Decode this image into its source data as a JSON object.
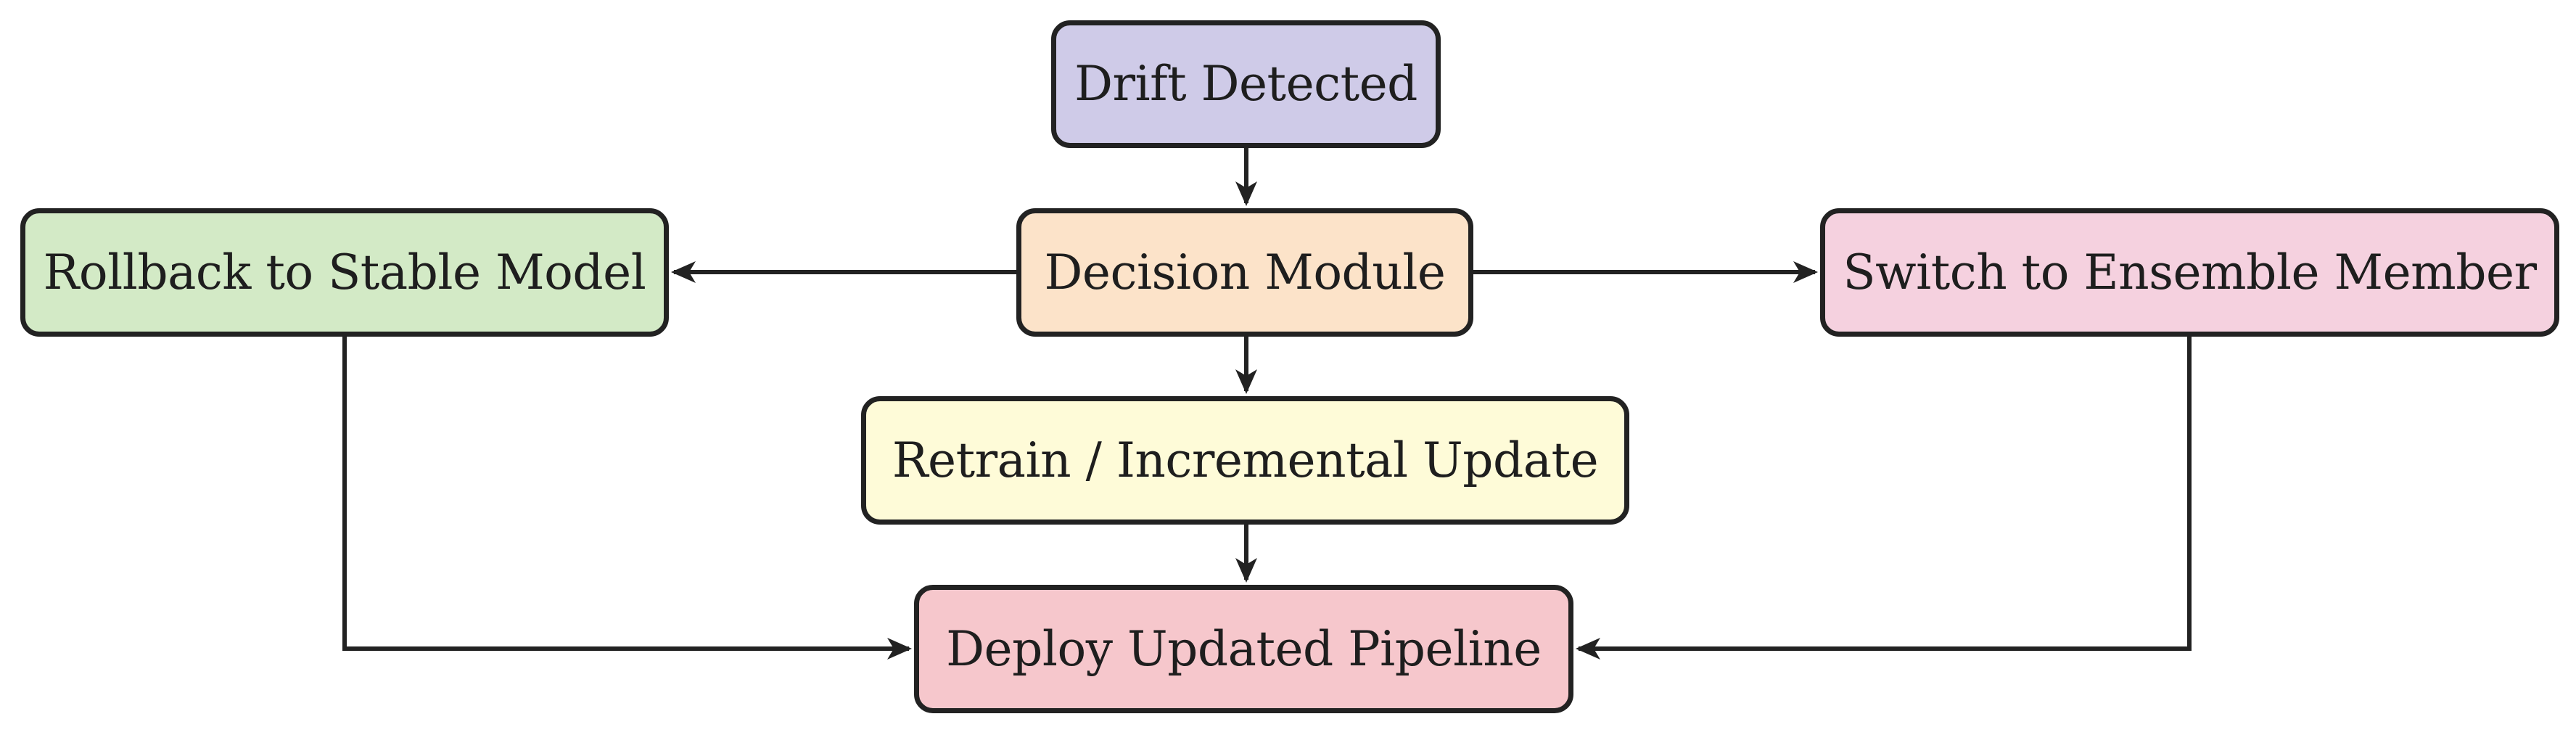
{
  "nodes": {
    "drift_detected": {
      "label": "Drift Detected",
      "color": "#cfcbe8"
    },
    "decision_module": {
      "label": "Decision Module",
      "color": "#fce3c9"
    },
    "rollback": {
      "label": "Rollback to Stable Model",
      "color": "#d3eac6"
    },
    "switch_ensemble": {
      "label": "Switch to Ensemble Member",
      "color": "#f5d1df"
    },
    "retrain": {
      "label": "Retrain / Incremental Update",
      "color": "#fefbd8"
    },
    "deploy": {
      "label": "Deploy Updated Pipeline",
      "color": "#f6c7cc"
    }
  },
  "edges": [
    {
      "from": "drift_detected",
      "to": "decision_module"
    },
    {
      "from": "decision_module",
      "to": "rollback"
    },
    {
      "from": "decision_module",
      "to": "switch_ensemble"
    },
    {
      "from": "decision_module",
      "to": "retrain"
    },
    {
      "from": "retrain",
      "to": "deploy"
    },
    {
      "from": "rollback",
      "to": "deploy"
    },
    {
      "from": "switch_ensemble",
      "to": "deploy"
    }
  ],
  "edge_color": "#222222"
}
